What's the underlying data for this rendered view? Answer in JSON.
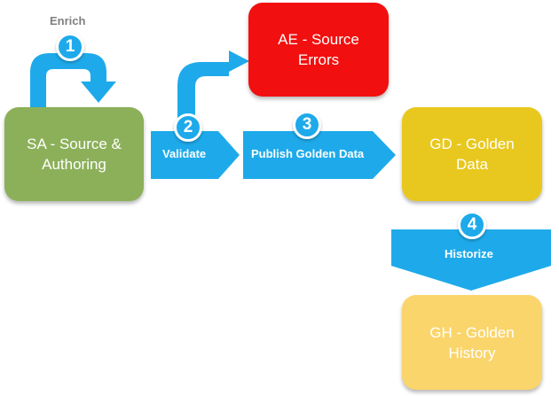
{
  "boxes": {
    "sa": {
      "line1": "SA - Source &",
      "line2": "Authoring",
      "color": "#8cb05a"
    },
    "ae": {
      "line1": "AE - Source",
      "line2": "Errors",
      "color": "#f20f0f"
    },
    "gd": {
      "line1": "GD - Golden",
      "line2": "Data",
      "color": "#e8c81e"
    },
    "gh": {
      "line1": "GH - Golden",
      "line2": "History",
      "color": "#fad56b"
    }
  },
  "steps": {
    "enrich": {
      "number": "1",
      "label": "Enrich"
    },
    "validate": {
      "number": "2",
      "label": "Validate"
    },
    "publish": {
      "number": "3",
      "label": "Publish Golden Data"
    },
    "historize": {
      "number": "4",
      "label": "Historize"
    }
  },
  "colors": {
    "arrow": "#1eaaea",
    "badge": "#1eaaea",
    "enrich_label": "#808080"
  }
}
